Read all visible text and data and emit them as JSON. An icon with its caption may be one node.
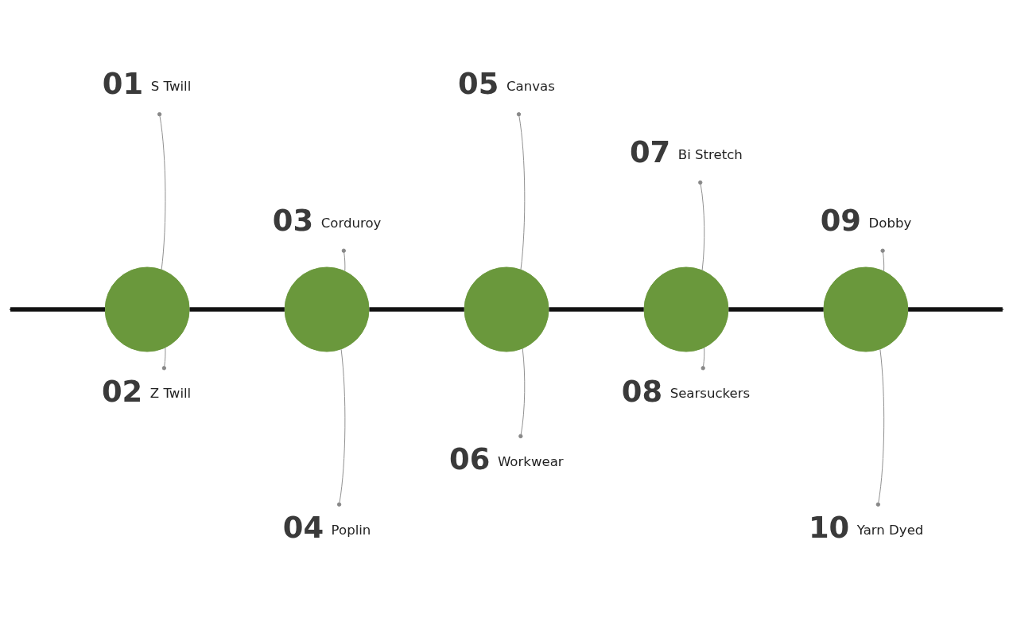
{
  "diagram": {
    "nodes": [
      {
        "text": [
          "01",
          "S Twill"
        ]
      },
      {
        "text": [
          "02",
          "Z Twill"
        ]
      },
      {
        "text": [
          "03",
          "Corduroy"
        ]
      },
      {
        "text": [
          "04",
          "Poplin"
        ]
      },
      {
        "text": [
          "05",
          "Canvas"
        ]
      },
      {
        "text": [
          "06",
          "Workwear"
        ]
      },
      {
        "text": [
          "07",
          "Bi Stretch"
        ]
      },
      {
        "text": [
          "08",
          "Searsuckers"
        ]
      },
      {
        "text": [
          "09",
          "Dobby"
        ]
      },
      {
        "text": [
          "10",
          "Yarn Dyed"
        ]
      },
      {
        "text": [],
        "shape": "circle"
      },
      {
        "text": [],
        "shape": "circle"
      },
      {
        "text": [],
        "shape": "circle"
      },
      {
        "text": [],
        "shape": "circle"
      },
      {
        "text": [],
        "shape": "circle"
      }
    ],
    "edges": [
      {
        "from": null,
        "to": 10,
        "arrow": "none",
        "style": "thick",
        "color": "#111111"
      },
      {
        "from": 10,
        "to": 11,
        "arrow": "none",
        "style": "thick",
        "color": "#111111"
      },
      {
        "from": 11,
        "to": 12,
        "arrow": "none",
        "style": "thick",
        "color": "#111111"
      },
      {
        "from": 12,
        "to": 13,
        "arrow": "none",
        "style": "thick",
        "color": "#111111"
      },
      {
        "from": 13,
        "to": 14,
        "arrow": "none",
        "style": "thick",
        "color": "#111111"
      },
      {
        "from": 14,
        "to": null,
        "arrow": "none",
        "style": "thick",
        "color": "#111111"
      },
      {
        "from": 10,
        "to": 0,
        "arrow": "other"
      },
      {
        "from": 10,
        "to": 1,
        "arrow": "other"
      },
      {
        "from": 11,
        "to": 2,
        "arrow": "other"
      },
      {
        "from": 11,
        "to": 3,
        "arrow": "other"
      },
      {
        "from": 12,
        "to": 4,
        "arrow": "other"
      },
      {
        "from": 12,
        "to": 5,
        "arrow": "other"
      },
      {
        "from": 13,
        "to": 6,
        "arrow": "other"
      },
      {
        "from": 13,
        "to": 7,
        "arrow": "other"
      },
      {
        "from": 14,
        "to": 8,
        "arrow": "other"
      },
      {
        "from": 14,
        "to": 9,
        "arrow": "other"
      }
    ]
  }
}
